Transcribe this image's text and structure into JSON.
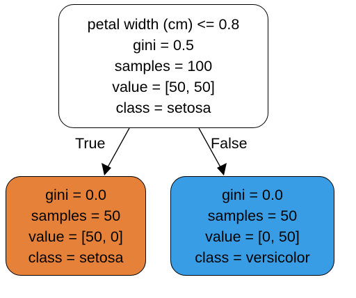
{
  "colors": {
    "root_fill": "#ffffff",
    "setosa_fill": "#e58139",
    "versicolor_fill": "#399de5",
    "border": "#000000"
  },
  "tree": {
    "root": {
      "lines": [
        "petal width (cm) <= 0.8",
        "gini = 0.5",
        "samples = 100",
        "value = [50, 50]",
        "class = setosa"
      ]
    },
    "left": {
      "lines": [
        "gini = 0.0",
        "samples = 50",
        "value = [50, 0]",
        "class = setosa"
      ]
    },
    "right": {
      "lines": [
        "gini = 0.0",
        "samples = 50",
        "value = [0, 50]",
        "class = versicolor"
      ]
    },
    "edge_true_label": "True",
    "edge_false_label": "False"
  }
}
